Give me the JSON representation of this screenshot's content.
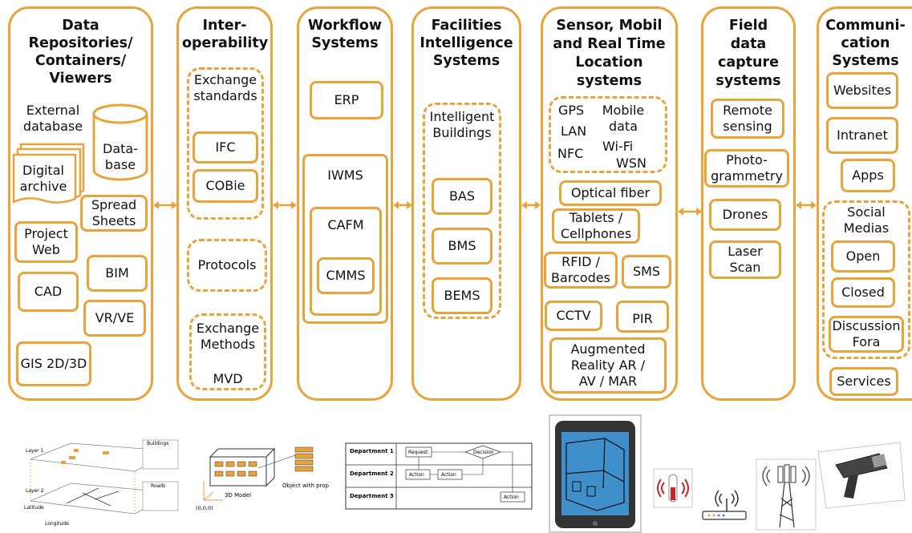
{
  "accent": "#E8A33A",
  "columns": {
    "repositories": {
      "title": "Data Repositories/ Containers/ Viewers",
      "external_database": "External database",
      "database": "Data- base",
      "digital_archive": "Digital archive",
      "spread_sheets": "Spread Sheets",
      "project_web": "Project Web",
      "bim": "BIM",
      "cad": "CAD",
      "vr_ve": "VR/VE",
      "gis": "GIS 2D/3D"
    },
    "interoperability": {
      "title": "Inter- operability",
      "exchange_standards": "Exchange standards",
      "ifc": "IFC",
      "cobie": "COBie",
      "protocols": "Protocols",
      "exchange_methods": "Exchange Methods",
      "mvd": "MVD"
    },
    "workflow": {
      "title": "Workflow Systems",
      "erp": "ERP",
      "iwms": "IWMS",
      "cafm": "CAFM",
      "cmms": "CMMS"
    },
    "facilities": {
      "title": "Facilities Intelligence Systems",
      "intelligent_buildings": "Intelligent Buildings",
      "bas": "BAS",
      "bms": "BMS",
      "bems": "BEMS"
    },
    "sensor": {
      "title": "Sensor, Mobil and Real Time Location systems",
      "gps": "GPS",
      "lan": "LAN",
      "nfc": "NFC",
      "mobile_data": "Mobile data",
      "wifi": "Wi-Fi",
      "wsn": "WSN",
      "optical_fiber": "Optical fiber",
      "tablets": "Tablets / Cellphones",
      "rfid": "RFID / Barcodes",
      "sms": "SMS",
      "cctv": "CCTV",
      "pir": "PIR",
      "augmented": "Augmented Reality AR / AV / MAR"
    },
    "field": {
      "title": "Field data capture systems",
      "remote_sensing": "Remote sensing",
      "photogrammetry": "Photo- grammetry",
      "drones": "Drones",
      "laser_scan": "Laser Scan"
    },
    "communication": {
      "title": "Communi- cation Systems",
      "websites": "Websites",
      "intranet": "Intranet",
      "apps": "Apps",
      "social_medias": "Social Medias",
      "open": "Open",
      "closed": "Closed",
      "discussion_fora": "Discussion Fora",
      "services": "Services"
    }
  },
  "illustrations": {
    "gis": {
      "layer1": "Layer 1",
      "layer2": "Layer 2",
      "buildings": "Buildings",
      "roads": "Roads",
      "latitude": "Latitude",
      "longitude": "Longitude"
    },
    "model": {
      "model_label": "3D Model",
      "object_label": "Object with properties",
      "origin": "(0,0,0)"
    },
    "workflow": {
      "dept1": "Department 1",
      "dept2": "Department 2",
      "dept3": "Department 3",
      "request": "Request",
      "decision": "Decision",
      "action": "Action"
    }
  }
}
